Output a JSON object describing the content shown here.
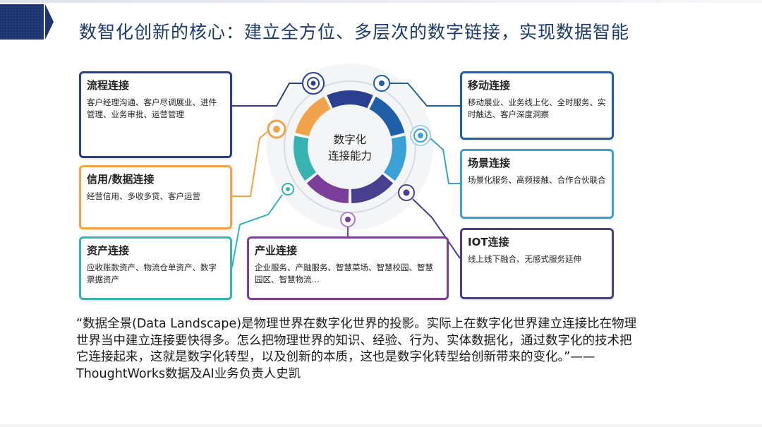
{
  "title": "数智化创新的核心：建立全方位、多层次的数字链接，实现数据智能",
  "center": {
    "line1": "数字化",
    "line2": "连接能力"
  },
  "boxes": {
    "process": {
      "title": "流程连接",
      "body": "客户经理沟通、客户尽调展业、进件管理、业务审批、运营管理",
      "color": "#2a3f8f"
    },
    "credit": {
      "title": "信用/数据连接",
      "body": "经营信用、多收多贷、客户运营",
      "color": "#f0a34a"
    },
    "asset": {
      "title": "资产连接",
      "body": "应收账款资产、物流仓单资产、数字票据资产",
      "color": "#37b3b1"
    },
    "industry": {
      "title": "产业连接",
      "body": "企业服务、产融服务、智慧菜场、智慧校园、智慧园区、智慧物流…",
      "color": "#7b3f9a"
    },
    "mobile": {
      "title": "移动连接",
      "body": "移动展业、业务线上化、全时服务、实时触达、客户深度洞察",
      "color": "#1f5fa8"
    },
    "scene": {
      "title": "场景连接",
      "body": "场景化服务、高频接触、合作合伙联合",
      "color": "#3aa0d6"
    },
    "iot": {
      "title": "IOT连接",
      "body": "线上线下融合、无感式服务延伸",
      "color": "#4a3e8f"
    }
  },
  "ring_colors": [
    "#2a3f8f",
    "#1f5fa8",
    "#3aa0d6",
    "#4a3e8f",
    "#7b3f9a",
    "#37b3b1",
    "#f0a34a"
  ],
  "quote": "“数据全景(Data Landscape)是物理世界在数字化世界的投影。实际上在数字化世界建立连接比在物理世界当中建立连接要快得多。怎么把物理世界的知识、经验、行为、实体数据化，通过数字化的技术把它连接起来，这就是数字化转型，以及创新的本质，这也是数字化转型给创新带来的变化。”——ThoughtWorks数据及AI业务负责人史凯"
}
